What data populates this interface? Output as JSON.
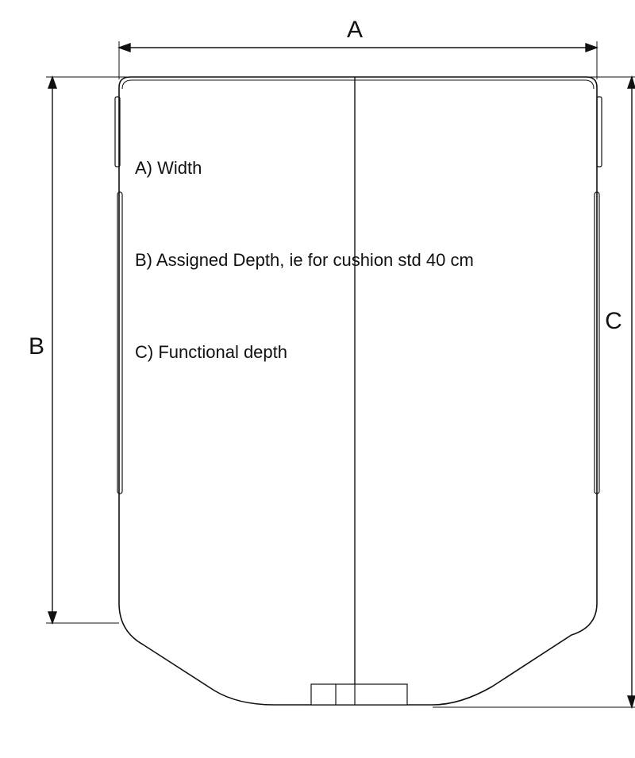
{
  "dimensions": {
    "a": {
      "letter": "A"
    },
    "b": {
      "letter": "B"
    },
    "c": {
      "letter": "C"
    }
  },
  "legend": {
    "width": "A) Width",
    "assigned_depth": "B) Assigned Depth,  ie for  cushion std 40 cm",
    "functional_depth": "C) Functional depth"
  },
  "colors": {
    "line": "#111111",
    "background": "#ffffff"
  }
}
